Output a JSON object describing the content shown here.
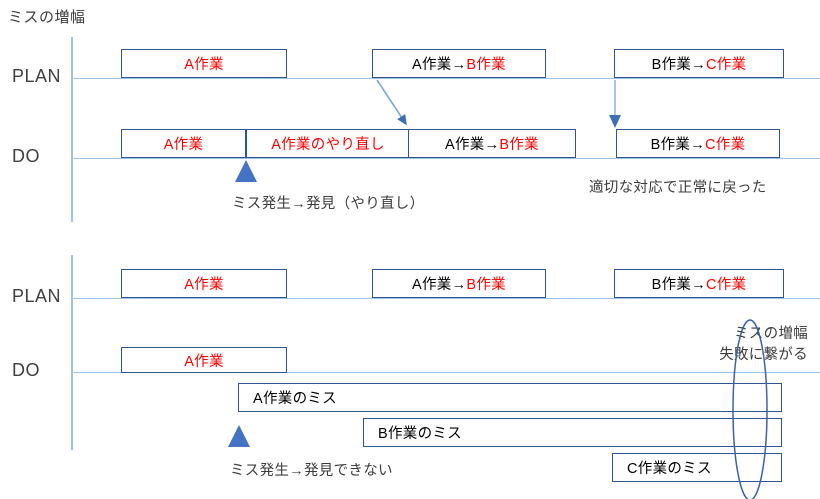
{
  "title": "ミスの増幅",
  "colors": {
    "box_border": "#2e5496",
    "axis_line": "#9dc3e6",
    "marker": "#4472c4",
    "accent_red": "#ff0000",
    "text": "#3b3b3b",
    "ellipse": "#2e5496"
  },
  "top_section": {
    "plan_label": "PLAN",
    "do_label": "DO",
    "plan_boxes": [
      {
        "text_black": "",
        "text_red": "A作業"
      },
      {
        "text_black": "A作業→",
        "text_red": "B作業"
      },
      {
        "text_black": "B作業→",
        "text_red": "C作業"
      }
    ],
    "do_boxes": [
      {
        "text_black": "",
        "text_red": "A作業"
      },
      {
        "text_black": "",
        "text_red": "A作業のやり直し"
      },
      {
        "text_black": "A作業→",
        "text_red": "B作業"
      },
      {
        "text_black": "B作業→",
        "text_red": "C作業"
      }
    ],
    "marker_caption": "ミス発生→発見（やり直し）",
    "recovery_caption": "適切な対応で正常に戻った"
  },
  "bottom_section": {
    "plan_label": "PLAN",
    "do_label": "DO",
    "plan_boxes": [
      {
        "text_black": "",
        "text_red": "A作業"
      },
      {
        "text_black": "A作業→",
        "text_red": "B作業"
      },
      {
        "text_black": "B作業→",
        "text_red": "C作業"
      }
    ],
    "do_boxes": [
      {
        "text_black": "",
        "text_red": "A作業"
      }
    ],
    "mistake_boxes": [
      {
        "label": "A作業のミス"
      },
      {
        "label": "B作業のミス"
      },
      {
        "label": "C作業のミス"
      }
    ],
    "marker_caption": "ミス発生→発見できない",
    "amplify_caption_line1": "ミスの増幅",
    "amplify_caption_line2": "失敗に繋がる"
  }
}
